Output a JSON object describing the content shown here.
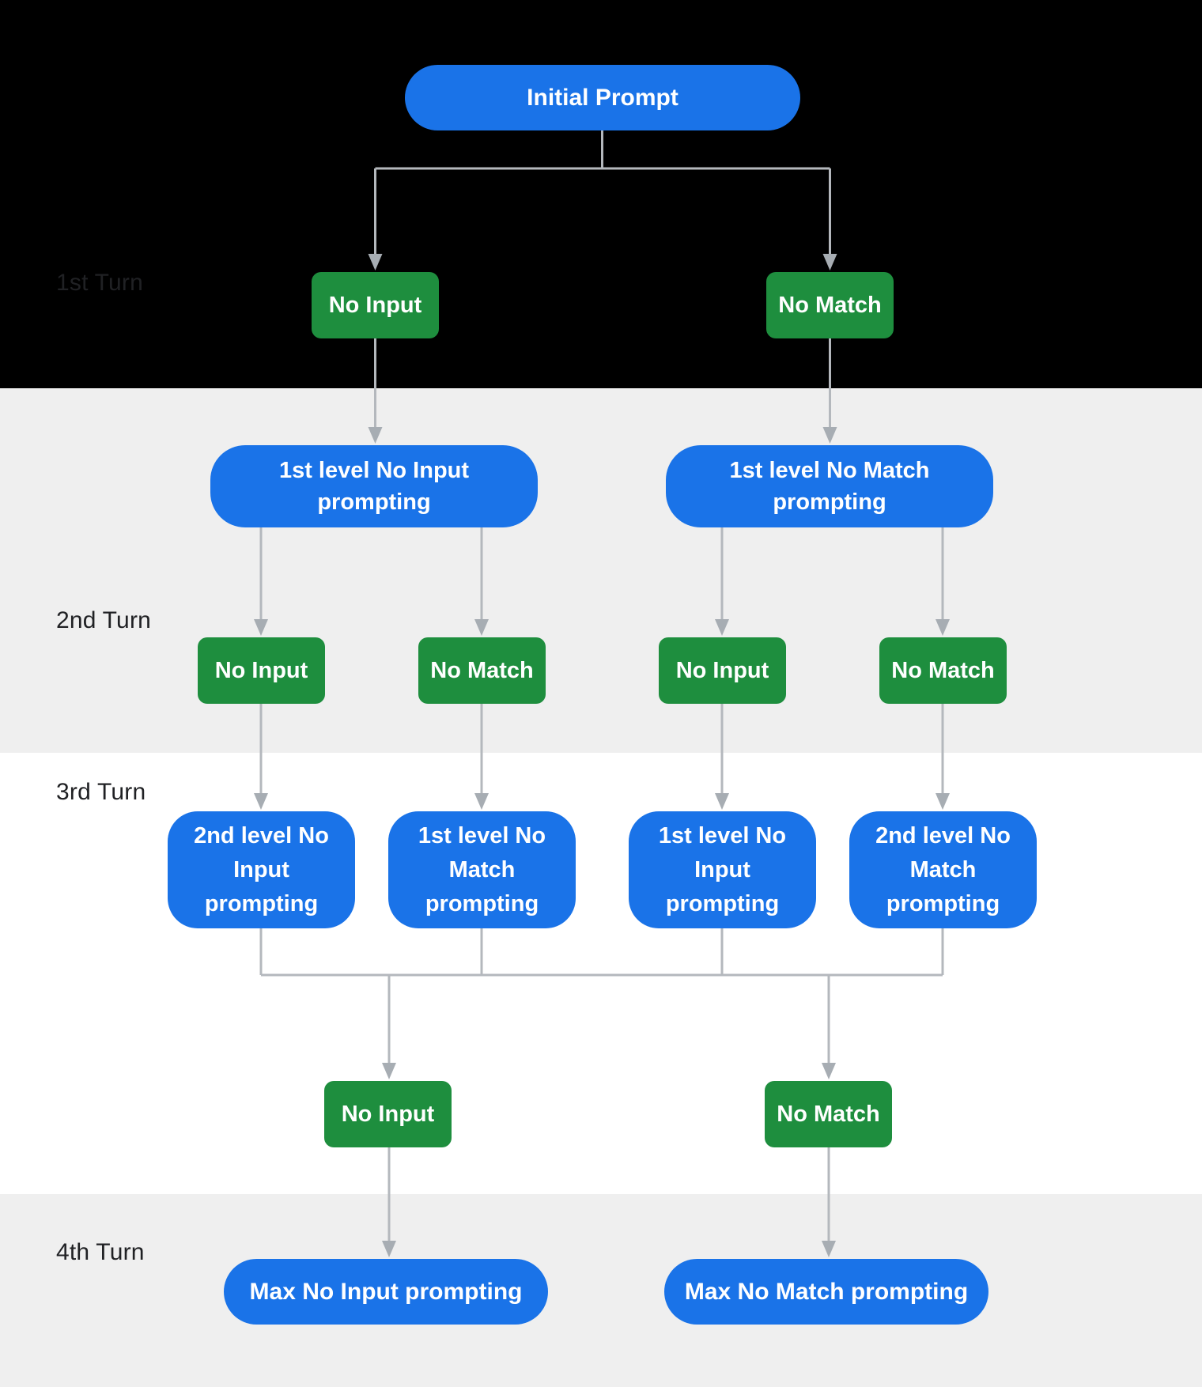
{
  "diagram": {
    "turns": [
      "1st Turn",
      "2nd Turn",
      "3rd Turn",
      "4th Turn"
    ],
    "nodes": {
      "initial": "Initial Prompt",
      "t1_no_input": "No Input",
      "t1_no_match": "No Match",
      "l1_no_input": "1st level No Input prompting",
      "l1_no_match": "1st level No Match prompting",
      "t2": [
        "No Input",
        "No Match",
        "No Input",
        "No Match"
      ],
      "l3": [
        "2nd level No Input prompting",
        "1st level No Match prompting",
        "1st level No Input prompting",
        "2nd level No Match prompting"
      ],
      "t4_no_input": "No Input",
      "t4_no_match": "No Match",
      "max_no_input": "Max No Input prompting",
      "max_no_match": "Max No Match prompting"
    },
    "colors": {
      "prompt_node_blue": "#1a73e8",
      "event_node_green": "#1e8e3e",
      "node_text": "#ffffff",
      "band_black": "#000000",
      "band_gray": "#efefef",
      "band_white": "#ffffff",
      "connector_gray": "#b4b8bd",
      "arrowhead_gray": "#a7adb3",
      "turn_label_text": "#202124"
    }
  }
}
